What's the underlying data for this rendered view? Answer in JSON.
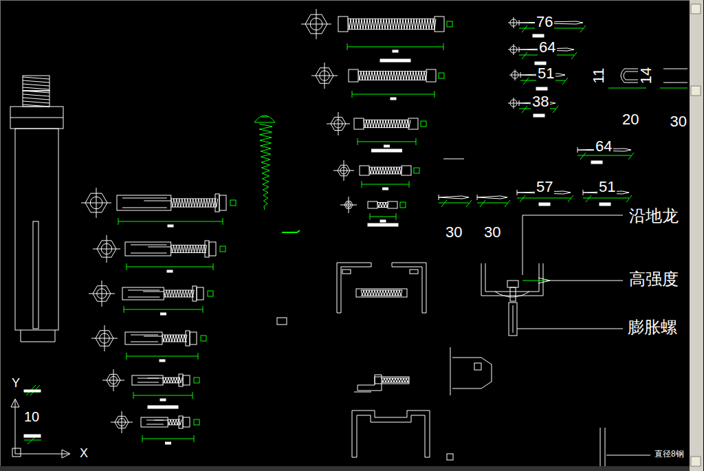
{
  "diagram": {
    "labels": [
      "76",
      "64",
      "51",
      "38",
      "11",
      "14",
      "20",
      "30",
      "64",
      "57",
      "51",
      "30",
      "30",
      "沿地龙",
      "高强度",
      "膨胀螺",
      "直径8钢",
      "Y",
      "10",
      "X"
    ]
  }
}
